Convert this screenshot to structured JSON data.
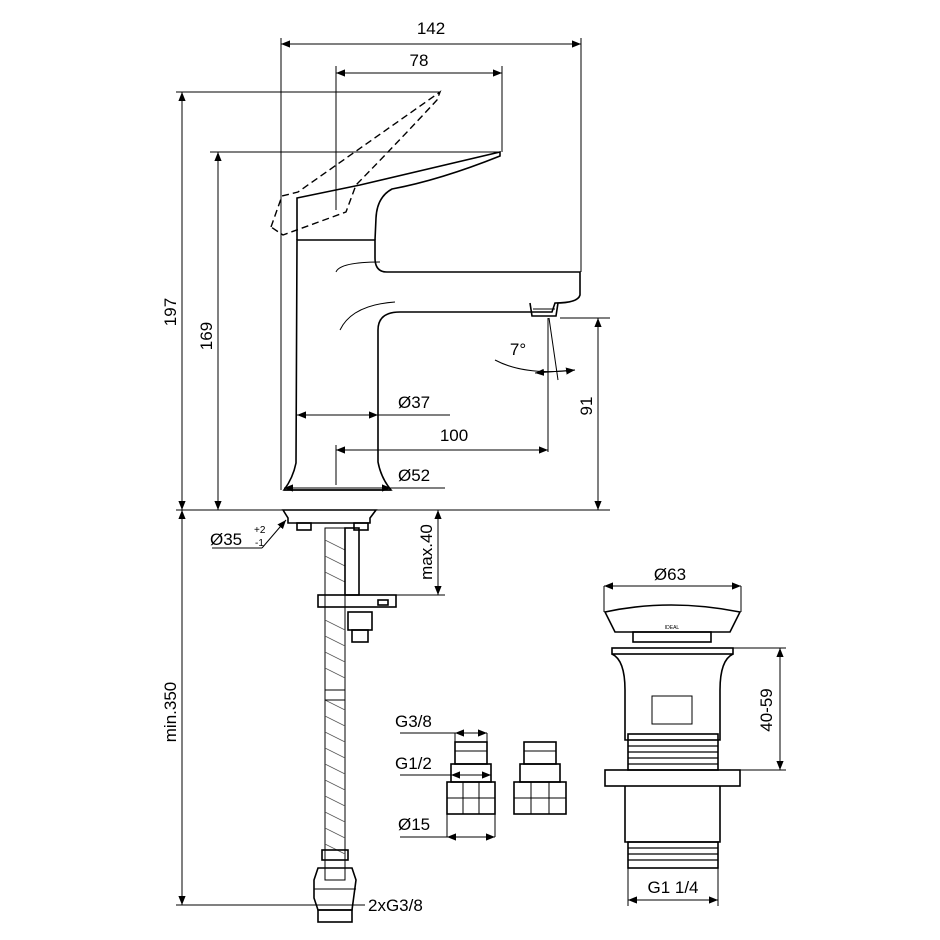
{
  "dimensions": {
    "width_142": "142",
    "reach_78": "78",
    "height_197": "197",
    "height_169": "169",
    "angle_7": "7°",
    "outlet_91": "91",
    "dia_37": "Ø37",
    "spout_100": "100",
    "dia_52": "Ø52",
    "hole_dia": "Ø35",
    "hole_tol_plus": "+2",
    "hole_tol_minus": "-1",
    "deck_max": "max.40",
    "hose_min": "min.350",
    "hose_thread": "2xG3/8",
    "pipe_g38": "G3/8",
    "pipe_g12": "G1/2",
    "pipe_d15": "Ø15",
    "waste_d63": "Ø63",
    "waste_range": "40-59",
    "waste_thread": "G1 1/4",
    "waste_brand": "IDEAL"
  }
}
